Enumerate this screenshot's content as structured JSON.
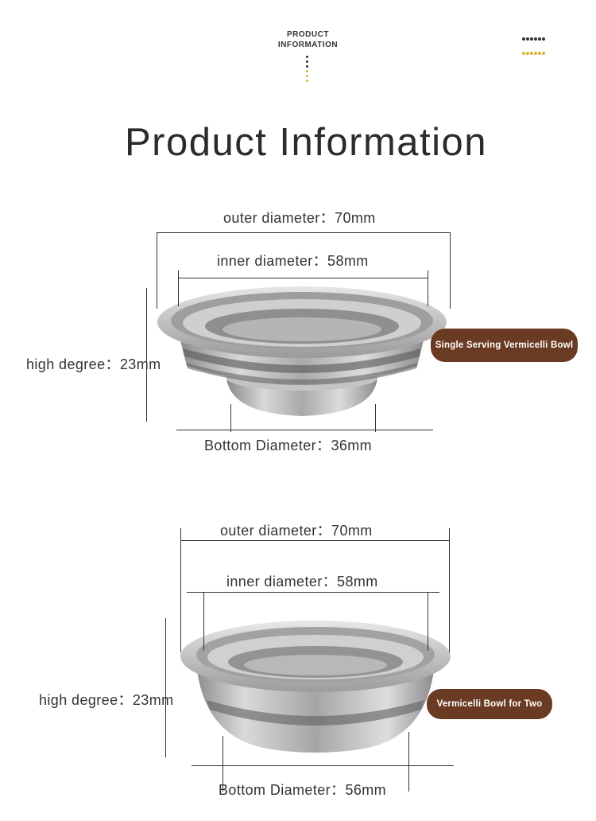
{
  "header": {
    "label_line1": "PRODUCT",
    "label_line2": "INFORMATION",
    "dot_colors": [
      "#333333",
      "#d9b23c"
    ]
  },
  "title": "Product Information",
  "products": [
    {
      "outer_diameter": "outer diameter：70mm",
      "inner_diameter": "inner diameter：58mm",
      "height": "high degree：23mm",
      "bottom_diameter": "Bottom Diameter：36mm",
      "tag": "Single Serving Vermicelli Bowl"
    },
    {
      "outer_diameter": "outer diameter：70mm",
      "inner_diameter": "inner diameter：58mm",
      "height": "high degree：23mm",
      "bottom_diameter": "Bottom Diameter：56mm",
      "tag": "Vermicelli Bowl for Two"
    }
  ],
  "colors": {
    "tag_bg": "#6b3a22",
    "steel": "#b9b9b9"
  }
}
